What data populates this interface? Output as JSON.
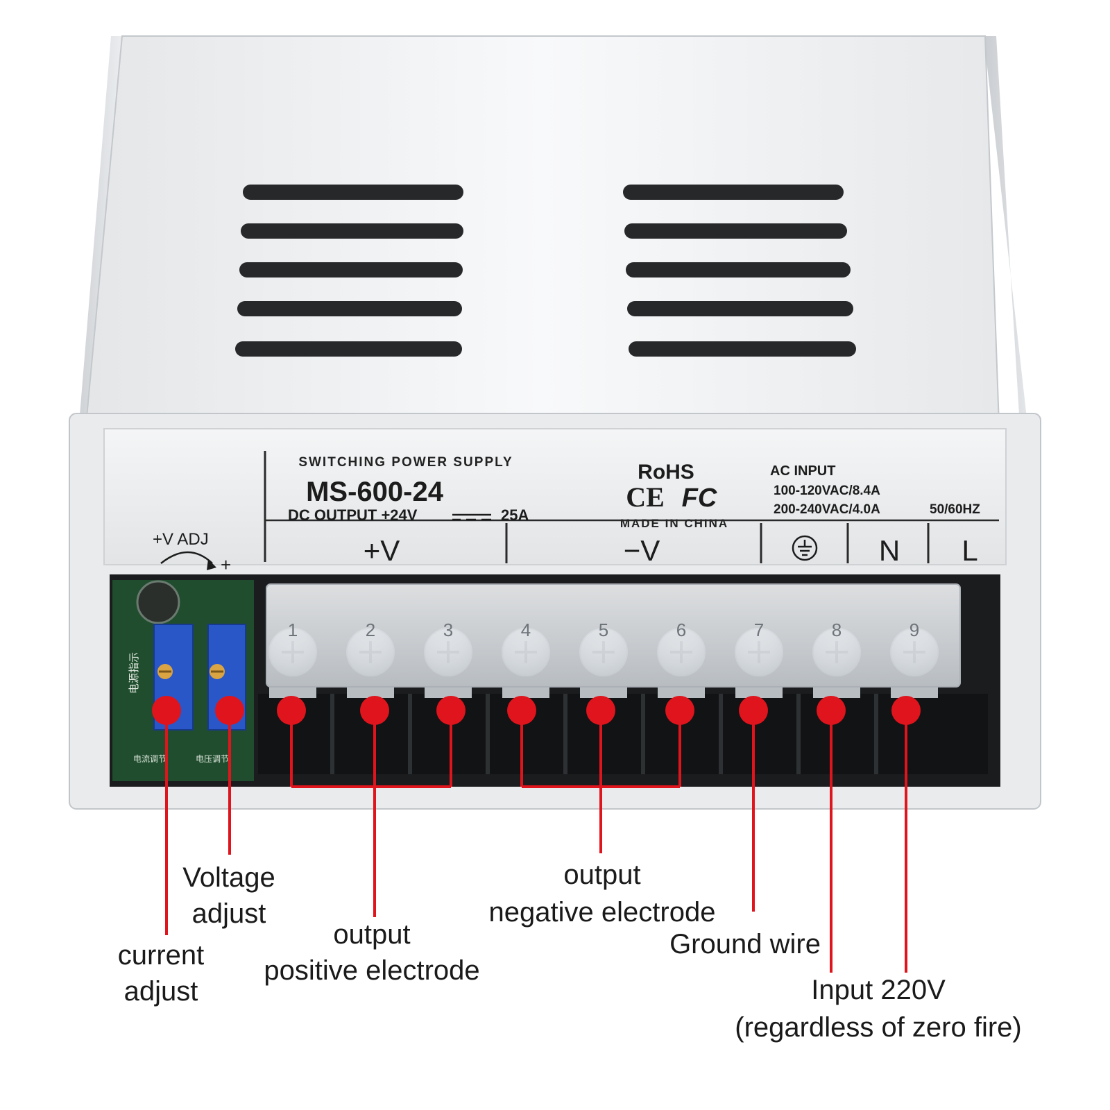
{
  "label_plate": {
    "heading": "SWITCHING POWER SUPPLY",
    "model": "MS-600-24",
    "dc_output_prefix": "DC OUTPUT +24V",
    "dc_output_current": "25A",
    "rohs": "RoHS",
    "ce_mark": "CE",
    "fcc_mark": "FC",
    "made_in": "MADE IN CHINA",
    "ac_input_title": "AC INPUT",
    "ac_input_line1": "100-120VAC/8.4A",
    "ac_input_line2": "200-240VAC/4.0A",
    "frequency": "50/60HZ",
    "adj_label": "+V ADJ",
    "adj_plus": "+",
    "terminal_groups": [
      "+V",
      "−V",
      "N",
      "L"
    ]
  },
  "pcb_chinese_text": {
    "indicator": "电源指示",
    "current_pot": "电流调节",
    "voltage_pot": "电压调节"
  },
  "terminals": {
    "numbers": [
      "1",
      "2",
      "3",
      "4",
      "5",
      "6",
      "7",
      "8",
      "9"
    ]
  },
  "callouts": {
    "voltage_adjust": [
      "Voltage",
      "adjust"
    ],
    "current_adjust": [
      "current",
      "adjust"
    ],
    "output_positive": [
      "output",
      "positive electrode"
    ],
    "output_negative": [
      "output",
      "negative electrode"
    ],
    "ground_wire": [
      "Ground wire"
    ],
    "input_220": [
      "Input 220V",
      "(regardless of zero fire)"
    ]
  },
  "colors": {
    "marker_red": "#e0141c",
    "pcb_green": "#1f4d2d",
    "pot_blue": "#2a57c7",
    "chassis": "#eef0f2"
  }
}
